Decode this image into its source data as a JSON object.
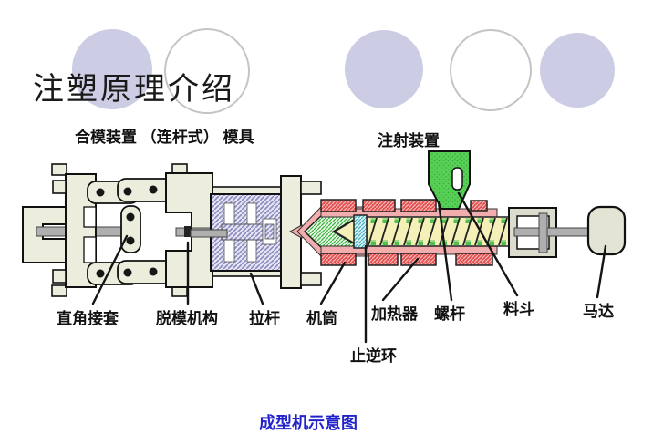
{
  "slide": {
    "title": "注塑原理介绍",
    "caption": "成型机示意图"
  },
  "diagram": {
    "section_labels": {
      "clamping_unit": "合模装置 （连杆式） 模具",
      "injection_unit": "注射装置"
    },
    "part_labels": {
      "right_angle_socket": "直角接套",
      "demolding_mechanism": "脱模机构",
      "tie_bar": "拉杆",
      "barrel": "机筒",
      "heater": "加热器",
      "screw": "螺杆",
      "hopper": "料斗",
      "motor": "马达",
      "check_ring": "止逆环"
    }
  },
  "colors": {
    "circle_lavender": "#CCCCE4",
    "circle_outline": "#C4C4C4",
    "caption_blue": "#2222CC",
    "machine_cream": "#EDEDDE",
    "mold_periwinkle": "#8A8AC0",
    "heater_red": "#E25050",
    "nozzle_green": "#3CB53C",
    "screw_yellow": "#F4F0B8",
    "check_ring_blue": "#46B0C0",
    "hopper_green": "#57D257",
    "rod_gray": "#AFAFAF"
  }
}
